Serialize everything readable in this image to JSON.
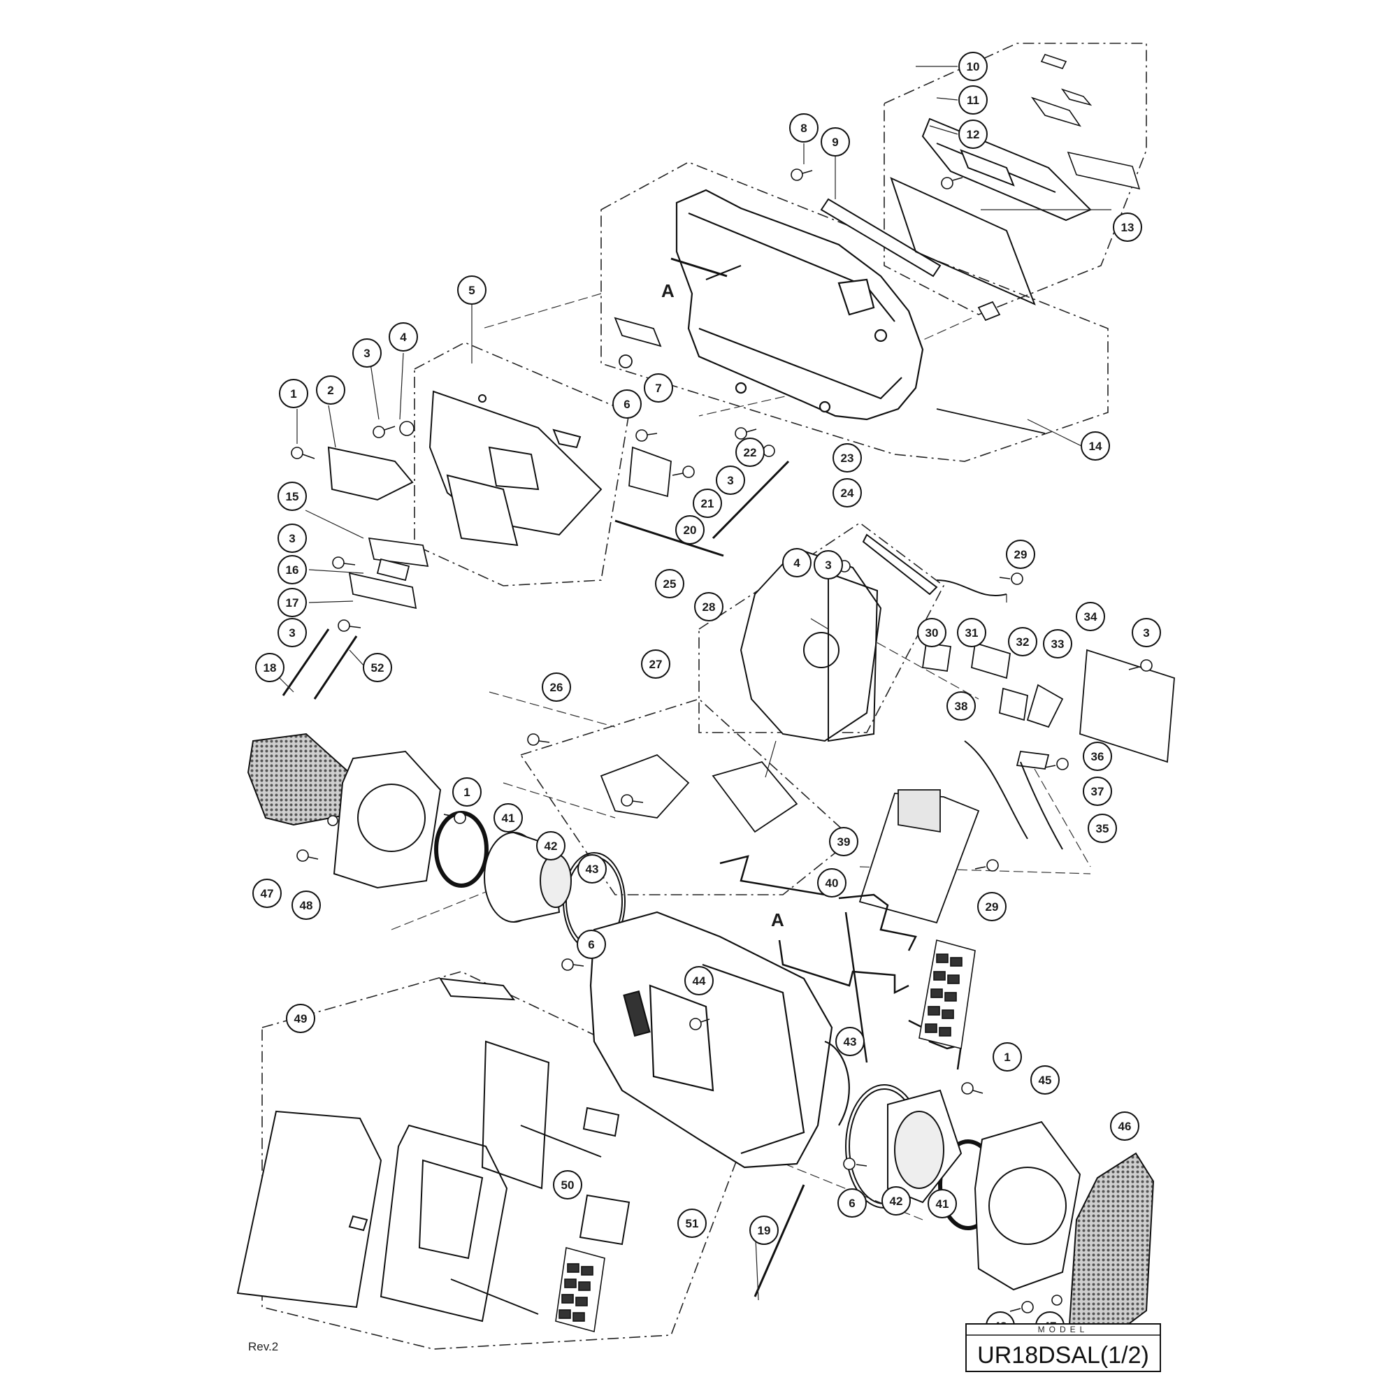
{
  "revision": "Rev.2",
  "model": {
    "caption": "MODEL",
    "name": "UR18DSAL(1/2)"
  },
  "section_marks": [
    "A",
    "A"
  ],
  "callouts": [
    "1",
    "2",
    "3",
    "4",
    "5",
    "6",
    "7",
    "8",
    "9",
    "10",
    "11",
    "12",
    "13",
    "14",
    "15",
    "16",
    "17",
    "18",
    "19",
    "20",
    "21",
    "22",
    "23",
    "24",
    "25",
    "26",
    "27",
    "28",
    "29",
    "30",
    "31",
    "32",
    "33",
    "34",
    "35",
    "36",
    "37",
    "38",
    "39",
    "40",
    "41",
    "42",
    "43",
    "44",
    "45",
    "46",
    "47",
    "48",
    "49",
    "50",
    "51",
    "52",
    "1",
    "1",
    "1",
    "3",
    "3",
    "3",
    "3",
    "3",
    "3",
    "4",
    "6",
    "6",
    "19",
    "29",
    "41",
    "42",
    "43",
    "45",
    "46",
    "47",
    "48"
  ]
}
